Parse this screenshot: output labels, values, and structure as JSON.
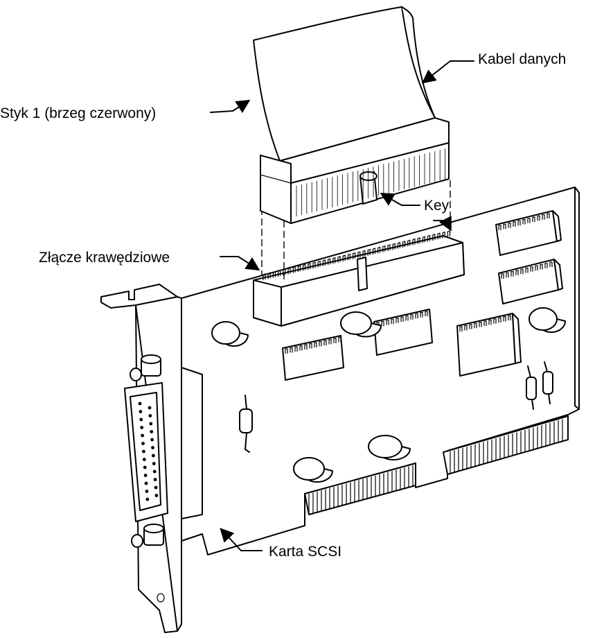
{
  "labels": {
    "pin1": "Styk 1 (brzeg czerwony)",
    "cable": "Kabel danych",
    "key": "Key",
    "edge": "Złącze krawędziowe",
    "card": "Karta SCSI"
  }
}
